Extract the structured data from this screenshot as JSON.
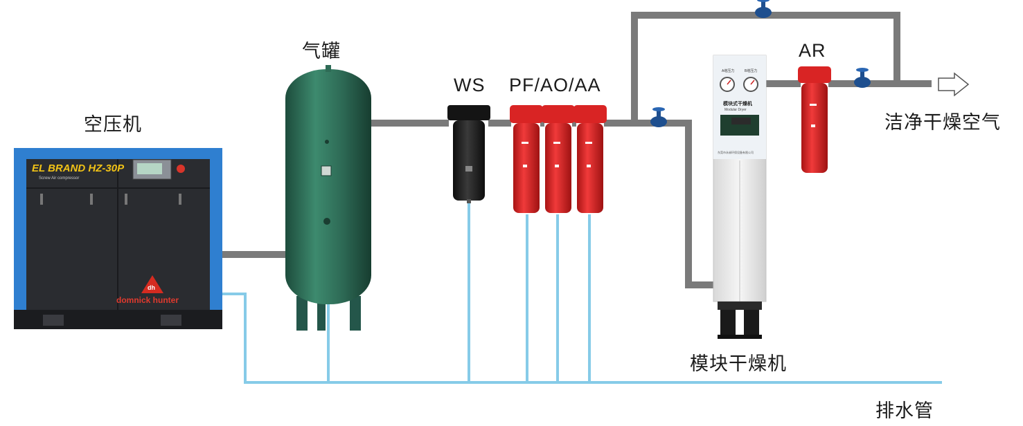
{
  "labels": {
    "compressor": "空压机",
    "tank": "气罐",
    "ws": "WS",
    "filters": "PF/AO/AA",
    "ar": "AR",
    "clean_air": "洁净干燥空气",
    "dryer": "模块干燥机",
    "drain": "排水管"
  },
  "compressor_panel": {
    "model": "EL BRAND HZ-30P",
    "subtitle": "Screw Air compressor",
    "brand": "domnick hunter",
    "logo": "dh"
  },
  "dryer_panel": {
    "title": "模块式干燥机",
    "subtitle": "Modular Dryer",
    "gauge_left": "A塔压力",
    "gauge_right": "B塔压力",
    "company": "东莞市永昶环保设备有限公司"
  },
  "colors": {
    "air_pipe": "#7a7a7a",
    "drain_pipe": "#86cbe8",
    "compressor_body": "#2a2c30",
    "compressor_frame": "#2f7fd0",
    "tank": "#2e6b56",
    "filter": "#d92424",
    "ws_filter": "#1e1e1e",
    "valve": "#1e4f8f"
  },
  "icons": [
    "valve-icon",
    "outlet-arrow-icon",
    "pressure-gauge-icon"
  ]
}
